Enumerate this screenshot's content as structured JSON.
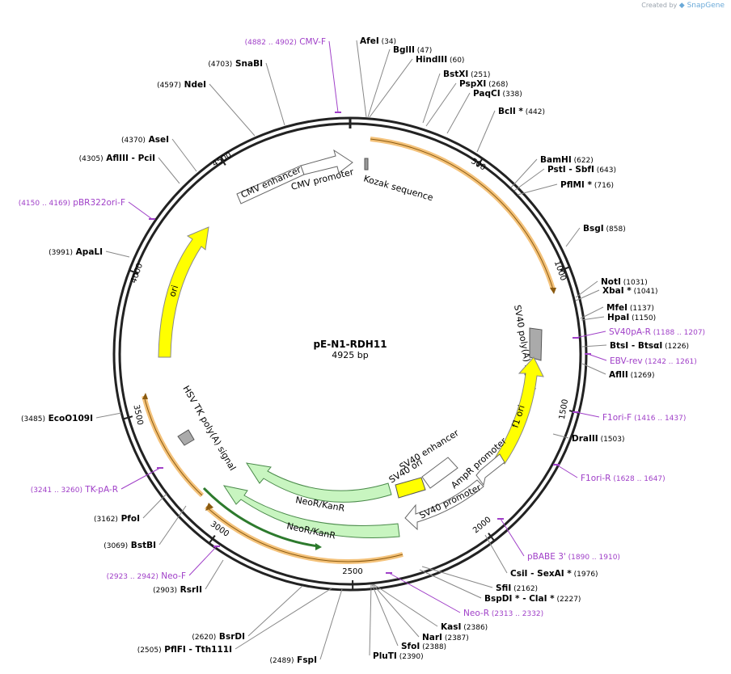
{
  "watermark": {
    "prefix": "Created by",
    "name": "SnapGene"
  },
  "plasmid": {
    "name": "pE-N1-RDH11",
    "size_label": "4925 bp",
    "length": 4925
  },
  "colors": {
    "backbone": "#222222",
    "enzyme": "#000000",
    "primer": "#a040c8",
    "orange": "#f0a830",
    "yellow": "#ffff00",
    "green": "#c8f5c0",
    "gray": "#aaaaaa",
    "white": "#ffffff"
  },
  "ticks": [
    {
      "pos": 500,
      "label": "500"
    },
    {
      "pos": 1000,
      "label": "1000"
    },
    {
      "pos": 1500,
      "label": "1500"
    },
    {
      "pos": 2000,
      "label": "2000"
    },
    {
      "pos": 2500,
      "label": "2500"
    },
    {
      "pos": 3000,
      "label": "3000"
    },
    {
      "pos": 3500,
      "label": "3500"
    },
    {
      "pos": 4000,
      "label": "4000"
    },
    {
      "pos": 4500,
      "label": "4500"
    }
  ],
  "enzymes": [
    {
      "name": "AfeI",
      "pos": "(34)"
    },
    {
      "name": "BglII",
      "pos": "(47)"
    },
    {
      "name": "HindIII",
      "pos": "(60)"
    },
    {
      "name": "BstXI",
      "pos": "(251)"
    },
    {
      "name": "PspXI",
      "pos": "(268)"
    },
    {
      "name": "PaqCI",
      "pos": "(338)"
    },
    {
      "name": "BclI *",
      "pos": "(442)"
    },
    {
      "name": "BamHI",
      "pos": "(622)"
    },
    {
      "name": "PstI  - SbfI",
      "pos": "(643)"
    },
    {
      "name": "PflMI *",
      "pos": "(716)"
    },
    {
      "name": "BsgI",
      "pos": "(858)"
    },
    {
      "name": "NotI",
      "pos": "(1031)"
    },
    {
      "name": "XbaI *",
      "pos": "(1041)"
    },
    {
      "name": "MfeI",
      "pos": "(1137)"
    },
    {
      "name": "HpaI",
      "pos": "(1150)"
    },
    {
      "name": "BtsI  - BtsαI",
      "pos": "(1226)"
    },
    {
      "name": "AflII",
      "pos": "(1269)"
    },
    {
      "name": "DraIII",
      "pos": "(1503)"
    },
    {
      "name": "CsiI  - SexAI *",
      "pos": "(1976)"
    },
    {
      "name": "SfiI",
      "pos": "(2162)"
    },
    {
      "name": "BspDI *  - ClaI *",
      "pos": "(2227)"
    },
    {
      "name": "KasI",
      "pos": "(2386)"
    },
    {
      "name": "NarI",
      "pos": "(2387)"
    },
    {
      "name": "SfoI",
      "pos": "(2388)"
    },
    {
      "name": "PluTI",
      "pos": "(2390)"
    },
    {
      "name": "FspI",
      "pos": "(2489)"
    },
    {
      "name": "PflFI  - Tth111I",
      "pos": "(2505)"
    },
    {
      "name": "BsrDI",
      "pos": "(2620)"
    },
    {
      "name": "RsrII",
      "pos": "(2903)"
    },
    {
      "name": "BstBI",
      "pos": "(3069)"
    },
    {
      "name": "PfoI",
      "pos": "(3162)"
    },
    {
      "name": "EcoO109I",
      "pos": "(3485)"
    },
    {
      "name": "ApaLI",
      "pos": "(3991)"
    },
    {
      "name": "AflIII  - PciI",
      "pos": "(4305)"
    },
    {
      "name": "AseI",
      "pos": "(4370)"
    },
    {
      "name": "NdeI",
      "pos": "(4597)"
    },
    {
      "name": "SnaBI",
      "pos": "(4703)"
    }
  ],
  "primers": [
    {
      "name": "CMV-F",
      "range": "(4882 .. 4902)"
    },
    {
      "name": "SV40pA-R",
      "range": "(1188 .. 1207)"
    },
    {
      "name": "EBV-rev",
      "range": "(1242 .. 1261)"
    },
    {
      "name": "F1ori-F",
      "range": "(1416 .. 1437)"
    },
    {
      "name": "F1ori-R",
      "range": "(1628 .. 1647)"
    },
    {
      "name": "pBABE 3'",
      "range": "(1890 .. 1910)"
    },
    {
      "name": "Neo-R",
      "range": "(2313 .. 2332)"
    },
    {
      "name": "Neo-F",
      "range": "(2923 .. 2942)"
    },
    {
      "name": "TK-pA-R",
      "range": "(3241 .. 3260)"
    },
    {
      "name": "pBR322ori-F",
      "range": "(4150 .. 4169)"
    }
  ],
  "features": [
    {
      "name": "CMV enhancer",
      "type": "arrow",
      "color": "white"
    },
    {
      "name": "CMV promoter",
      "type": "arrow",
      "color": "white"
    },
    {
      "name": "Kozak sequence",
      "type": "box",
      "color": "gray"
    },
    {
      "name": "SV40 poly(A) signal",
      "type": "box",
      "color": "gray"
    },
    {
      "name": "f1 ori",
      "type": "arrow",
      "color": "yellow"
    },
    {
      "name": "AmpR promoter",
      "type": "arrow",
      "color": "white"
    },
    {
      "name": "SV40 promoter",
      "type": "arrow",
      "color": "white"
    },
    {
      "name": "SV40 enhancer",
      "type": "arrow",
      "color": "white"
    },
    {
      "name": "SV40 ori",
      "type": "box",
      "color": "yellow"
    },
    {
      "name": "NeoR/KanR",
      "type": "arrow",
      "color": "green"
    },
    {
      "name": "NeoR/KanR",
      "type": "arrow",
      "color": "green"
    },
    {
      "name": "HSV TK poly(A) signal",
      "type": "box",
      "color": "gray"
    },
    {
      "name": "ori",
      "type": "arrow",
      "color": "yellow"
    }
  ]
}
